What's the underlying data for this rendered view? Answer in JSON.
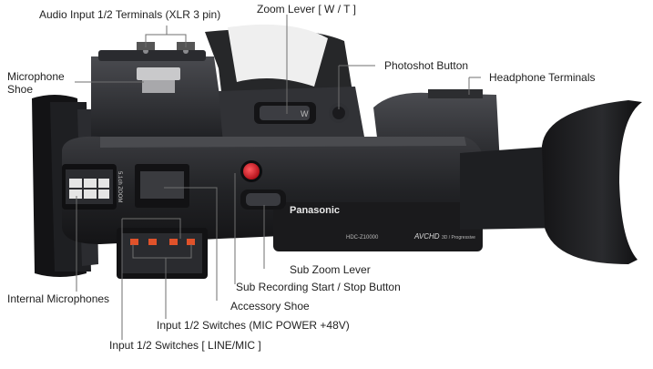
{
  "labels": {
    "audio_input": "Audio Input 1/2 Terminals (XLR 3 pin)",
    "zoom_lever": "Zoom Lever [ W / T ]",
    "microphone_shoe_line1": "Microphone",
    "microphone_shoe_line2": "Shoe",
    "photoshot_button": "Photoshot Button",
    "headphone_terminals": "Headphone Terminals",
    "internal_microphones": "Internal Microphones",
    "sub_zoom_lever": "Sub Zoom Lever",
    "sub_recording_button": "Sub Recording Start / Stop Button",
    "accessory_shoe": "Accessory Shoe",
    "input_mic_power": "Input 1/2 Switches (MIC POWER +48V)",
    "input_line_mic": "Input 1/2 Switches [ LINE/MIC ]"
  },
  "camera_print": {
    "brand": "Panasonic",
    "model": "HDC-Z10000",
    "avchd": "AVCHD",
    "avchd_sub": "3D / Progressive",
    "zoom_w": "W",
    "mic_badge": "5.1ch ZOOM"
  },
  "colors": {
    "body_dark": "#1c1c1e",
    "body_mid": "#2e2f33",
    "record_red": "#d8212a",
    "switch_orange": "#e0522a",
    "line": "#6f6f6f"
  }
}
